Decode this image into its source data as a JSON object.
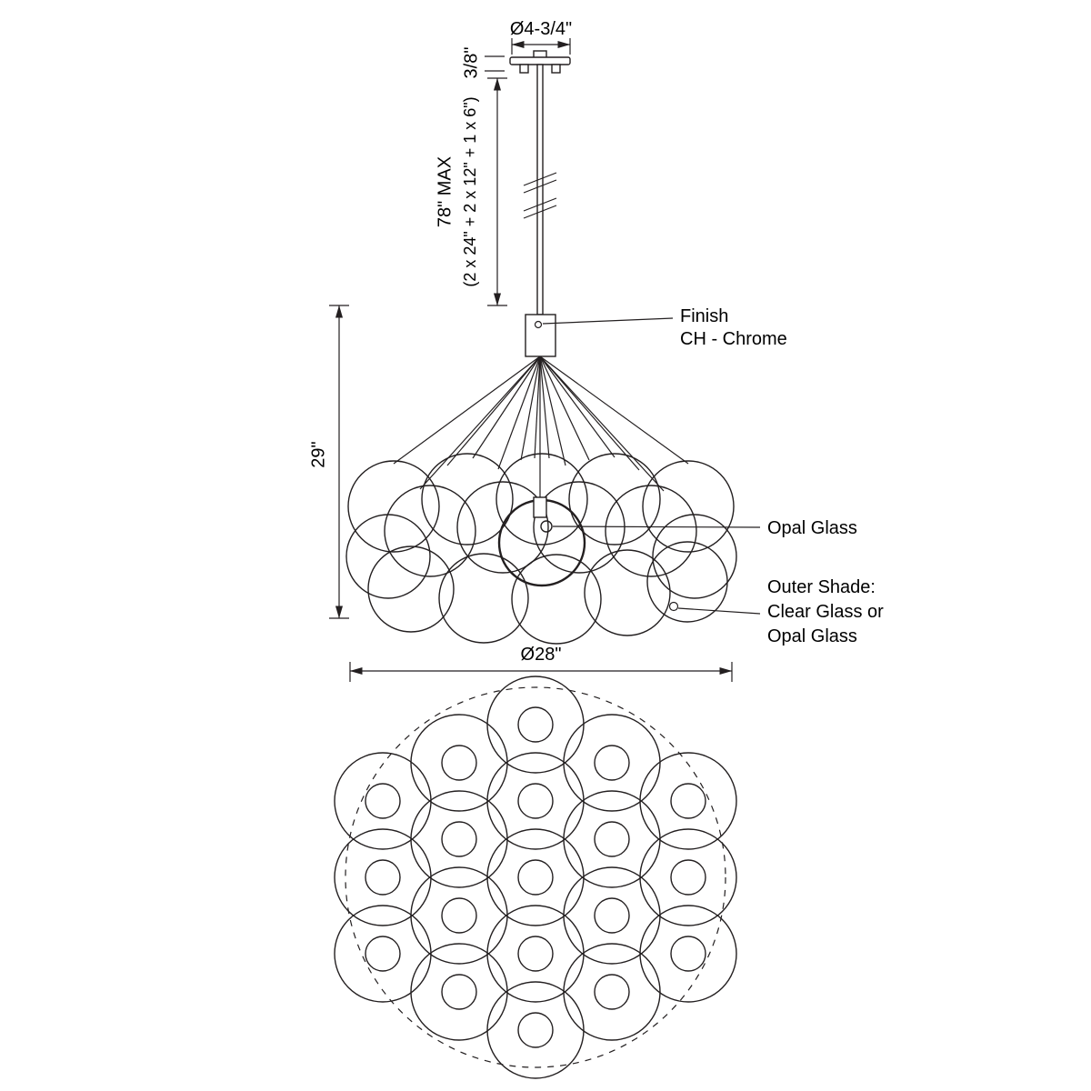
{
  "diagram": {
    "type": "technical-line-drawing",
    "subject": "bubble cluster pendant chandelier dimension drawing",
    "colors": {
      "line": "#231f20",
      "background": "#ffffff"
    },
    "dimensions": {
      "canopy_diameter": "Ø4-3/4\"",
      "canopy_height": "3/8\"",
      "rod_max_line1": "78\" MAX",
      "rod_max_line2": "(2 x 24\" + 2 x 12\" + 1 x 6\")",
      "fixture_height": "29\"",
      "fixture_diameter": "Ø28\""
    },
    "labels": {
      "finish_line1": "Finish",
      "finish_line2": "CH - Chrome",
      "opal_glass": "Opal Glass",
      "outer_shade_line1": "Outer Shade:",
      "outer_shade_line2": "Clear Glass or",
      "outer_shade_line3": "Opal Glass"
    }
  }
}
